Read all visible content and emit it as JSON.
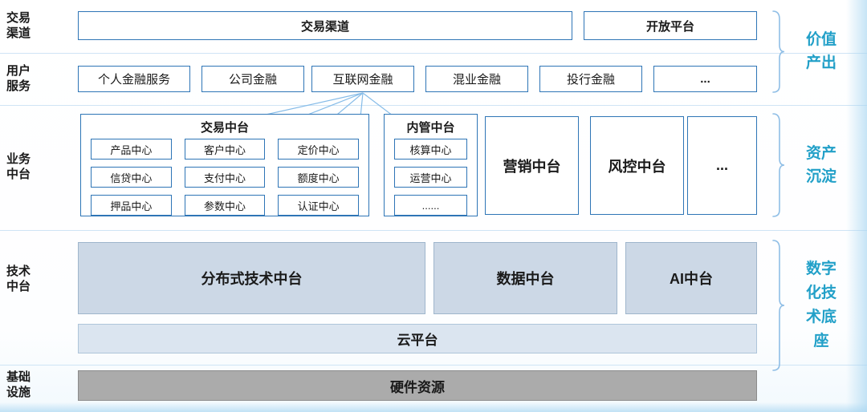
{
  "colors": {
    "box_border": "#2e75b6",
    "light_blue_lines": "#86bce8",
    "tech_fill": "#ccd8e6",
    "cloud_fill": "#dbe5f0",
    "hardware_fill": "#ababab",
    "right_label_accent": "#22a0c8"
  },
  "left_labels": [
    {
      "l1": "交易",
      "l2": "渠道"
    },
    {
      "l1": "用户",
      "l2": "服务"
    },
    {
      "l1": "业务",
      "l2": "中台"
    },
    {
      "l1": "技术",
      "l2": "中台"
    },
    {
      "l1": "基础",
      "l2": "设施"
    }
  ],
  "channel_row": {
    "trade_channel": "交易渠道",
    "open_platform": "开放平台"
  },
  "services": [
    "个人金融服务",
    "公司金融",
    "互联网金融",
    "混业金融",
    "投行金融",
    "..."
  ],
  "business": {
    "trade_group": {
      "title": "交易中台",
      "cells": [
        "产品中心",
        "客户中心",
        "定价中心",
        "信贷中心",
        "支付中心",
        "额度中心",
        "押品中心",
        "参数中心",
        "认证中心"
      ]
    },
    "internal_group": {
      "title": "内管中台",
      "cells": [
        "核算中心",
        "运营中心",
        "......"
      ]
    },
    "marketing": "营销中台",
    "risk": "风控中台",
    "more": "..."
  },
  "connections": {
    "from": "互联网金融",
    "to": [
      "交易中台",
      "客户中心",
      "定价中心",
      "核算中心",
      "内管中台"
    ]
  },
  "tech_row": [
    "分布式技术中台",
    "数据中台",
    "AI中台"
  ],
  "cloud": "云平台",
  "hardware": "硬件资源",
  "right_labels": [
    "价值产出",
    "资产沉淀",
    "数字化技术底座"
  ]
}
